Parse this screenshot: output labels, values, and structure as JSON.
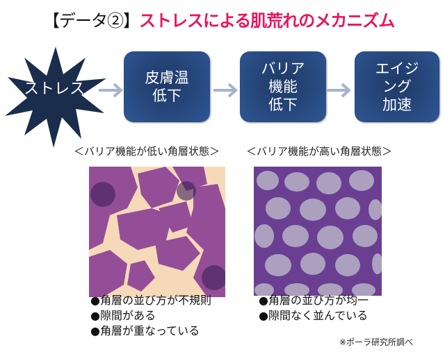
{
  "title": {
    "prefix": "【データ②】",
    "main": "ストレスによる肌荒れのメカニズム"
  },
  "flow": {
    "start": "ストレス",
    "steps": [
      "皮膚温\n低下",
      "バリア\n機能\n低下",
      "エイジ\nング\n加速"
    ]
  },
  "colors": {
    "title_accent": "#e8145e",
    "box": "#2a4d86",
    "arrow": "#a6b4cc"
  },
  "comparison": [
    {
      "caption": "＜バリア機能が低い角層状態＞",
      "bullets": [
        "●角層の並び方が不規則",
        "●隙間がある",
        "●角層が重なっている"
      ]
    },
    {
      "caption": "＜バリア機能が高い角層状態＞",
      "bullets": [
        "●角層の並び方が均一",
        "●隙間なく並んでいる"
      ]
    }
  ],
  "footnote": "※ポーラ研究所調べ"
}
